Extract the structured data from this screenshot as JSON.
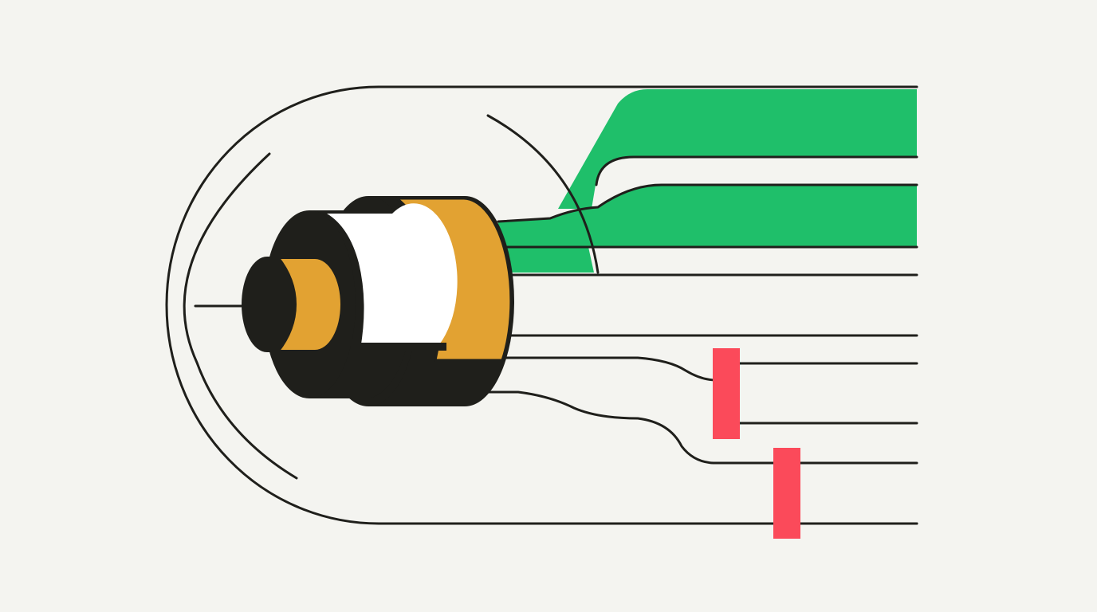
{
  "palette": {
    "background": "#f4f4f0",
    "ink": "#1f1f1b",
    "white": "#ffffff",
    "amber": "#e2a232",
    "green": "#1fbf6a",
    "red": "#fb4a5a"
  },
  "illustration": {
    "subject": "coaxial-cable-into-signal-lines",
    "red_markers": 2,
    "green_bands": 2
  }
}
